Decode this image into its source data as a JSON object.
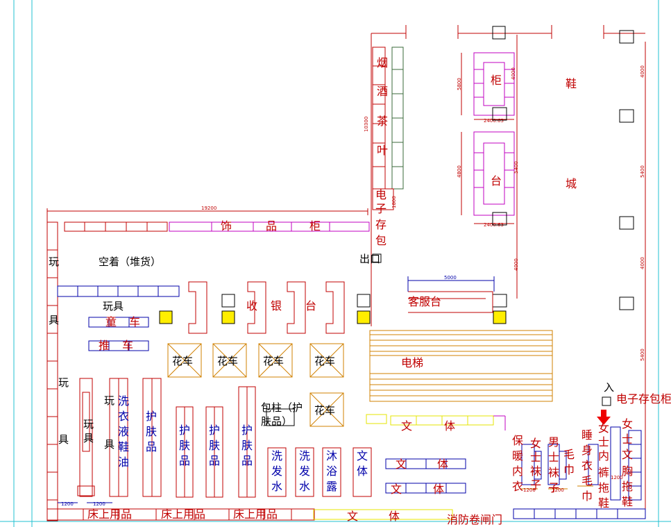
{
  "labels": {
    "tobacco_col": [
      "烟",
      "酒",
      "茶",
      "叶"
    ],
    "e_locker_col": [
      "电",
      "子",
      "存",
      "包"
    ],
    "cabinet": "柜",
    "counter": "台",
    "shoe_1": "鞋",
    "shoe_2": "城",
    "accessory": [
      "饰",
      "品",
      "柜"
    ],
    "idle": "空着（堆货）",
    "exit": "出口",
    "toy_top": "玩",
    "toy_bottom": "具",
    "toy_mid": "玩具",
    "cashier": [
      "收",
      "银",
      "台"
    ],
    "service": "客服台",
    "stroller_1": [
      "童",
      "车"
    ],
    "stroller_2": [
      "推",
      "车"
    ],
    "flower_cart": "花车",
    "escalator": "电梯",
    "left_toy_1": "玩",
    "left_toy_2": "具",
    "aisle_toy_1": [
      "玩",
      "具"
    ],
    "aisle_toy_2": [
      "玩",
      "具"
    ],
    "detergent": [
      "洗",
      "衣",
      "液",
      "鞋",
      "油"
    ],
    "skincare_a": [
      "护",
      "肤",
      "品"
    ],
    "skincare_b": [
      "护",
      "肤",
      "品"
    ],
    "skincare_c": [
      "护",
      "肤",
      "品"
    ],
    "skincare_d": [
      "护",
      "肤",
      "品"
    ],
    "bag_skincare": [
      "包柱（护",
      "肤品）"
    ],
    "wash_hair_1": [
      "洗",
      "发",
      "水"
    ],
    "wash_hair_2": [
      "洗",
      "发",
      "水"
    ],
    "shower_gel": [
      "沐",
      "浴",
      "露"
    ],
    "stationery_v": [
      "文",
      "体"
    ],
    "stationery_1": [
      "文",
      "体"
    ],
    "stationery_2": [
      "文",
      "体"
    ],
    "stationery_3": [
      "文",
      "体"
    ],
    "stationery_bottom": [
      "文",
      "体"
    ],
    "bedding": "床上用品",
    "fire_passage": "消防卷闸门",
    "entrance": "入",
    "e_locker_right": "电子存包柜",
    "thermal": [
      "保",
      "暖",
      "内",
      "衣"
    ],
    "women_socks": [
      "女",
      "士",
      "袜",
      "子"
    ],
    "men_socks": [
      "男",
      "士",
      "袜",
      "子"
    ],
    "towel": [
      "毛",
      "巾"
    ],
    "pajama": [
      "睡",
      "身",
      "衣",
      "毛",
      "巾"
    ],
    "women_under": [
      "女",
      "士",
      "内",
      "裤",
      "拖",
      "鞋"
    ],
    "women_bra": [
      "女",
      "士",
      "文",
      "胸",
      "拖",
      "鞋"
    ]
  },
  "dimensions": {
    "d19200": "19200",
    "d10300": "10300",
    "d1800": "1800",
    "d4000a": "4000",
    "d5800": "5800",
    "d2400a": "2400.63",
    "d4800": "4800",
    "d5400a": "5400",
    "d2400b": "2400.63",
    "d4000b": "4000",
    "d4000c": "4000",
    "d5400b": "5400",
    "d4000d": "4000",
    "d5400c": "5400",
    "d5000": "5000",
    "d1200a": "1200",
    "d1200b": "1200",
    "d1200c": "1200",
    "d1200d": "1200",
    "d1200e": "1200"
  },
  "colors": {
    "wall": "#c00000",
    "shelf_red": "#c00000",
    "shelf_blue": "#0000aa",
    "shelf_magenta": "#c000c0",
    "shelf_green": "#3a6a3a",
    "flower_cart": "#d08000",
    "escalator": "#d08000",
    "cashier_marker": "#ffee00",
    "stationery": "#e6e600",
    "guide_cyan": "#22c0d0",
    "arrow": "#ee0000"
  }
}
